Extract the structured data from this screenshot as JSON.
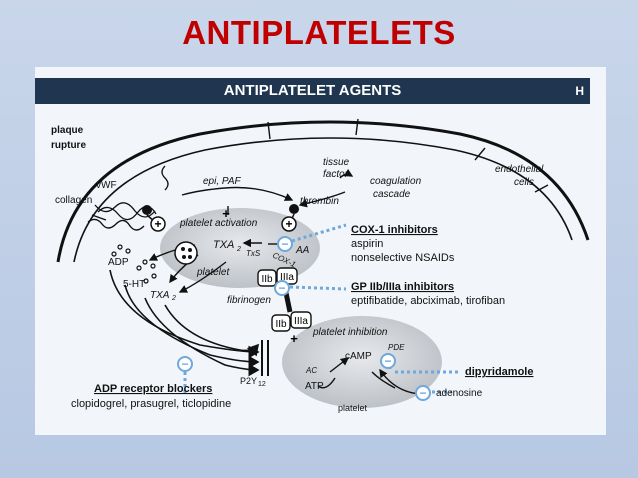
{
  "slide": {
    "title": "ANTIPLATELETS"
  },
  "banner": {
    "title": "ANTIPLATELET AGENTS",
    "corner_letter": "H"
  },
  "labels": {
    "plaque_line1": "plaque",
    "plaque_line2": "rupture",
    "vwf": "vWF",
    "collagen": "collagen",
    "epi_paf": "epi, PAF",
    "tissue_line1": "tissue",
    "tissue_line2": "factor",
    "coag_line1": "coagulation",
    "coag_line2": "cascade",
    "endo_line1": "endothelial",
    "endo_line2": "cells",
    "thrombin": "thrombin",
    "platelet_activation": "platelet activation",
    "txa2_main": "TXA",
    "txs": "TxS",
    "cox1_enzyme": "COX-1",
    "aa": "AA",
    "adp": "ADP",
    "platelet_top": "platelet",
    "five_ht": "5-HT",
    "txa2_small": "TXA",
    "subscript_2": "2",
    "iib": "IIb",
    "iiia": "IIIa",
    "fibrinogen": "fibrinogen",
    "iib_lower": "IIb",
    "iiia_lower": "IIIa",
    "platelet_inhibition": "platelet inhibition",
    "pde": "PDE",
    "camp": "cAMP",
    "ac": "AC",
    "atp": "ATP",
    "p2y": "P2Y",
    "p2y_sub": "12",
    "platelet_bottom": "platelet",
    "adenosine": "adenosine",
    "plus": "+",
    "minus": "−"
  },
  "drug_classes": {
    "cox1": {
      "heading": "COX-1 inhibitors",
      "line1": "aspirin",
      "line2": "nonselective NSAIDs"
    },
    "gp": {
      "heading": "GP IIb/IIIa inhibitors",
      "line1": "eptifibatide, abciximab, tirofiban"
    },
    "dipyridamole": {
      "heading": "dipyridamole"
    },
    "adp": {
      "heading": "ADP receptor blockers",
      "line1": "clopidogrel, prasugrel, ticlopidine"
    }
  },
  "colors": {
    "title_red": "#c00000",
    "banner_navy": "#1f3550",
    "dotted_blue": "#6fa8dc",
    "platelet_gray": "#c9cdd2"
  }
}
